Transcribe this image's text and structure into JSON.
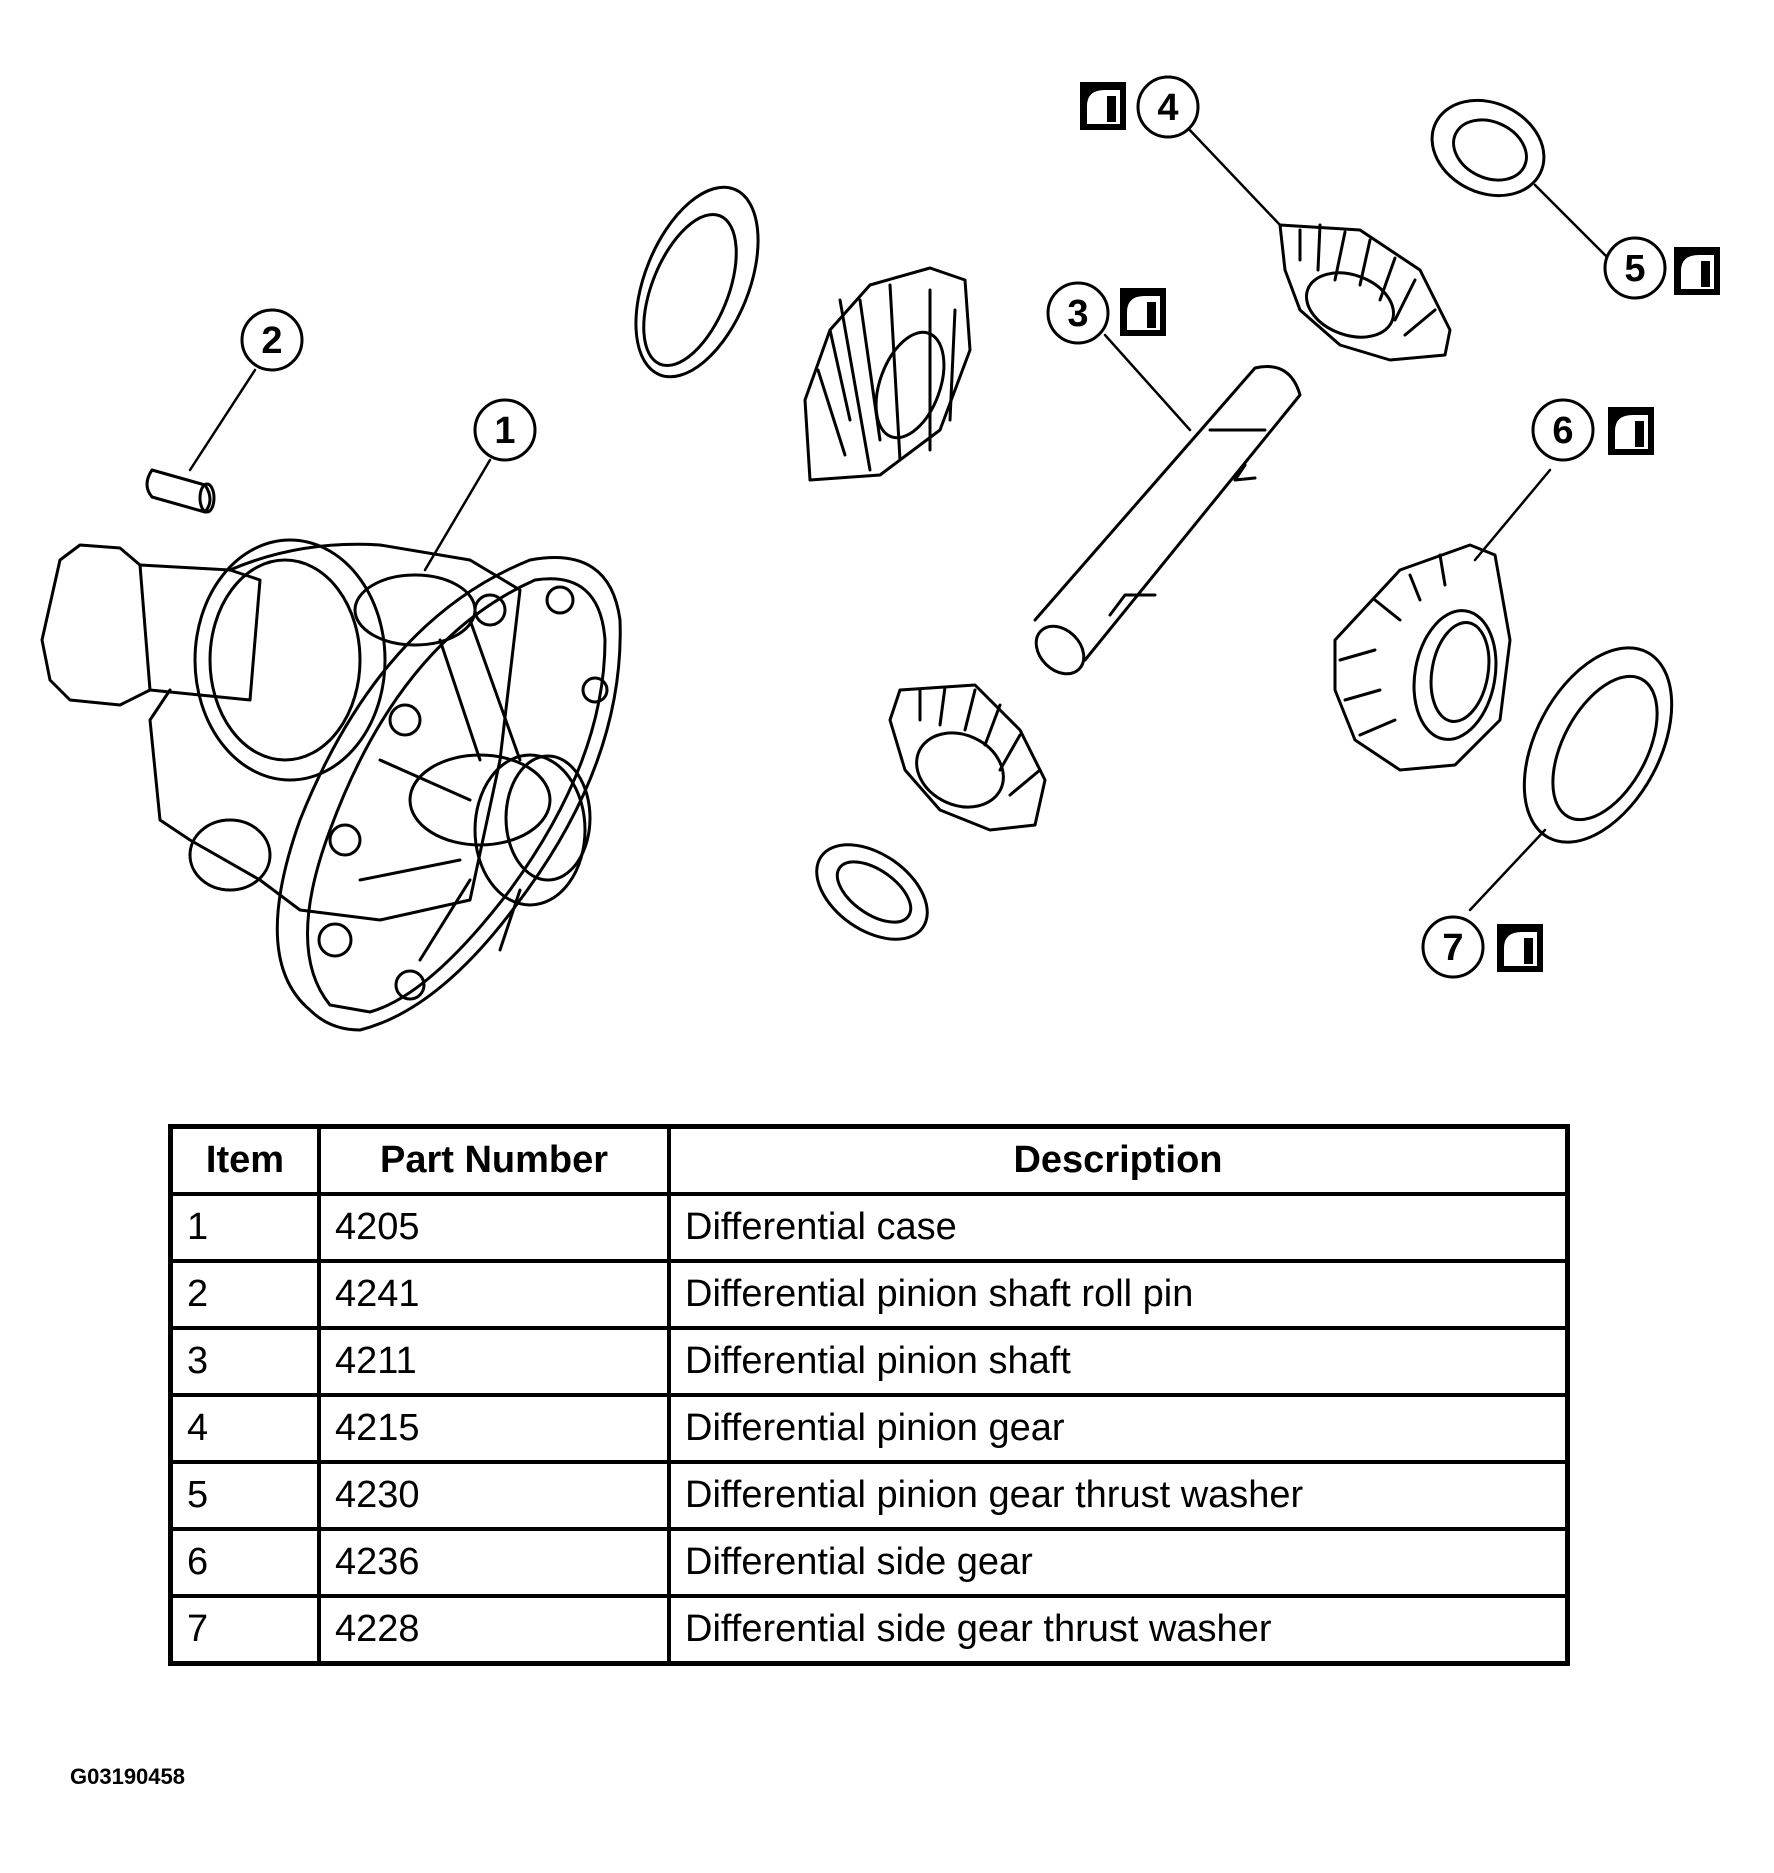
{
  "callouts": [
    {
      "id": "callout-1",
      "label": "1",
      "torque_icon": false
    },
    {
      "id": "callout-2",
      "label": "2",
      "torque_icon": false
    },
    {
      "id": "callout-3",
      "label": "3",
      "torque_icon": true
    },
    {
      "id": "callout-4",
      "label": "4",
      "torque_icon": true
    },
    {
      "id": "callout-5",
      "label": "5",
      "torque_icon": true
    },
    {
      "id": "callout-6",
      "label": "6",
      "torque_icon": true
    },
    {
      "id": "callout-7",
      "label": "7",
      "torque_icon": true
    }
  ],
  "table": {
    "headers": [
      "Item",
      "Part Number",
      "Description"
    ],
    "rows": [
      [
        "1",
        "4205",
        "Differential case"
      ],
      [
        "2",
        "4241",
        "Differential pinion shaft roll pin"
      ],
      [
        "3",
        "4211",
        "Differential pinion shaft"
      ],
      [
        "4",
        "4215",
        "Differential pinion gear"
      ],
      [
        "5",
        "4230",
        "Differential pinion gear thrust washer"
      ],
      [
        "6",
        "4236",
        "Differential side gear"
      ],
      [
        "7",
        "4228",
        "Differential side gear thrust washer"
      ]
    ]
  },
  "figure_id": "G03190458",
  "colors": {
    "ink": "#000000",
    "paper": "#ffffff"
  }
}
